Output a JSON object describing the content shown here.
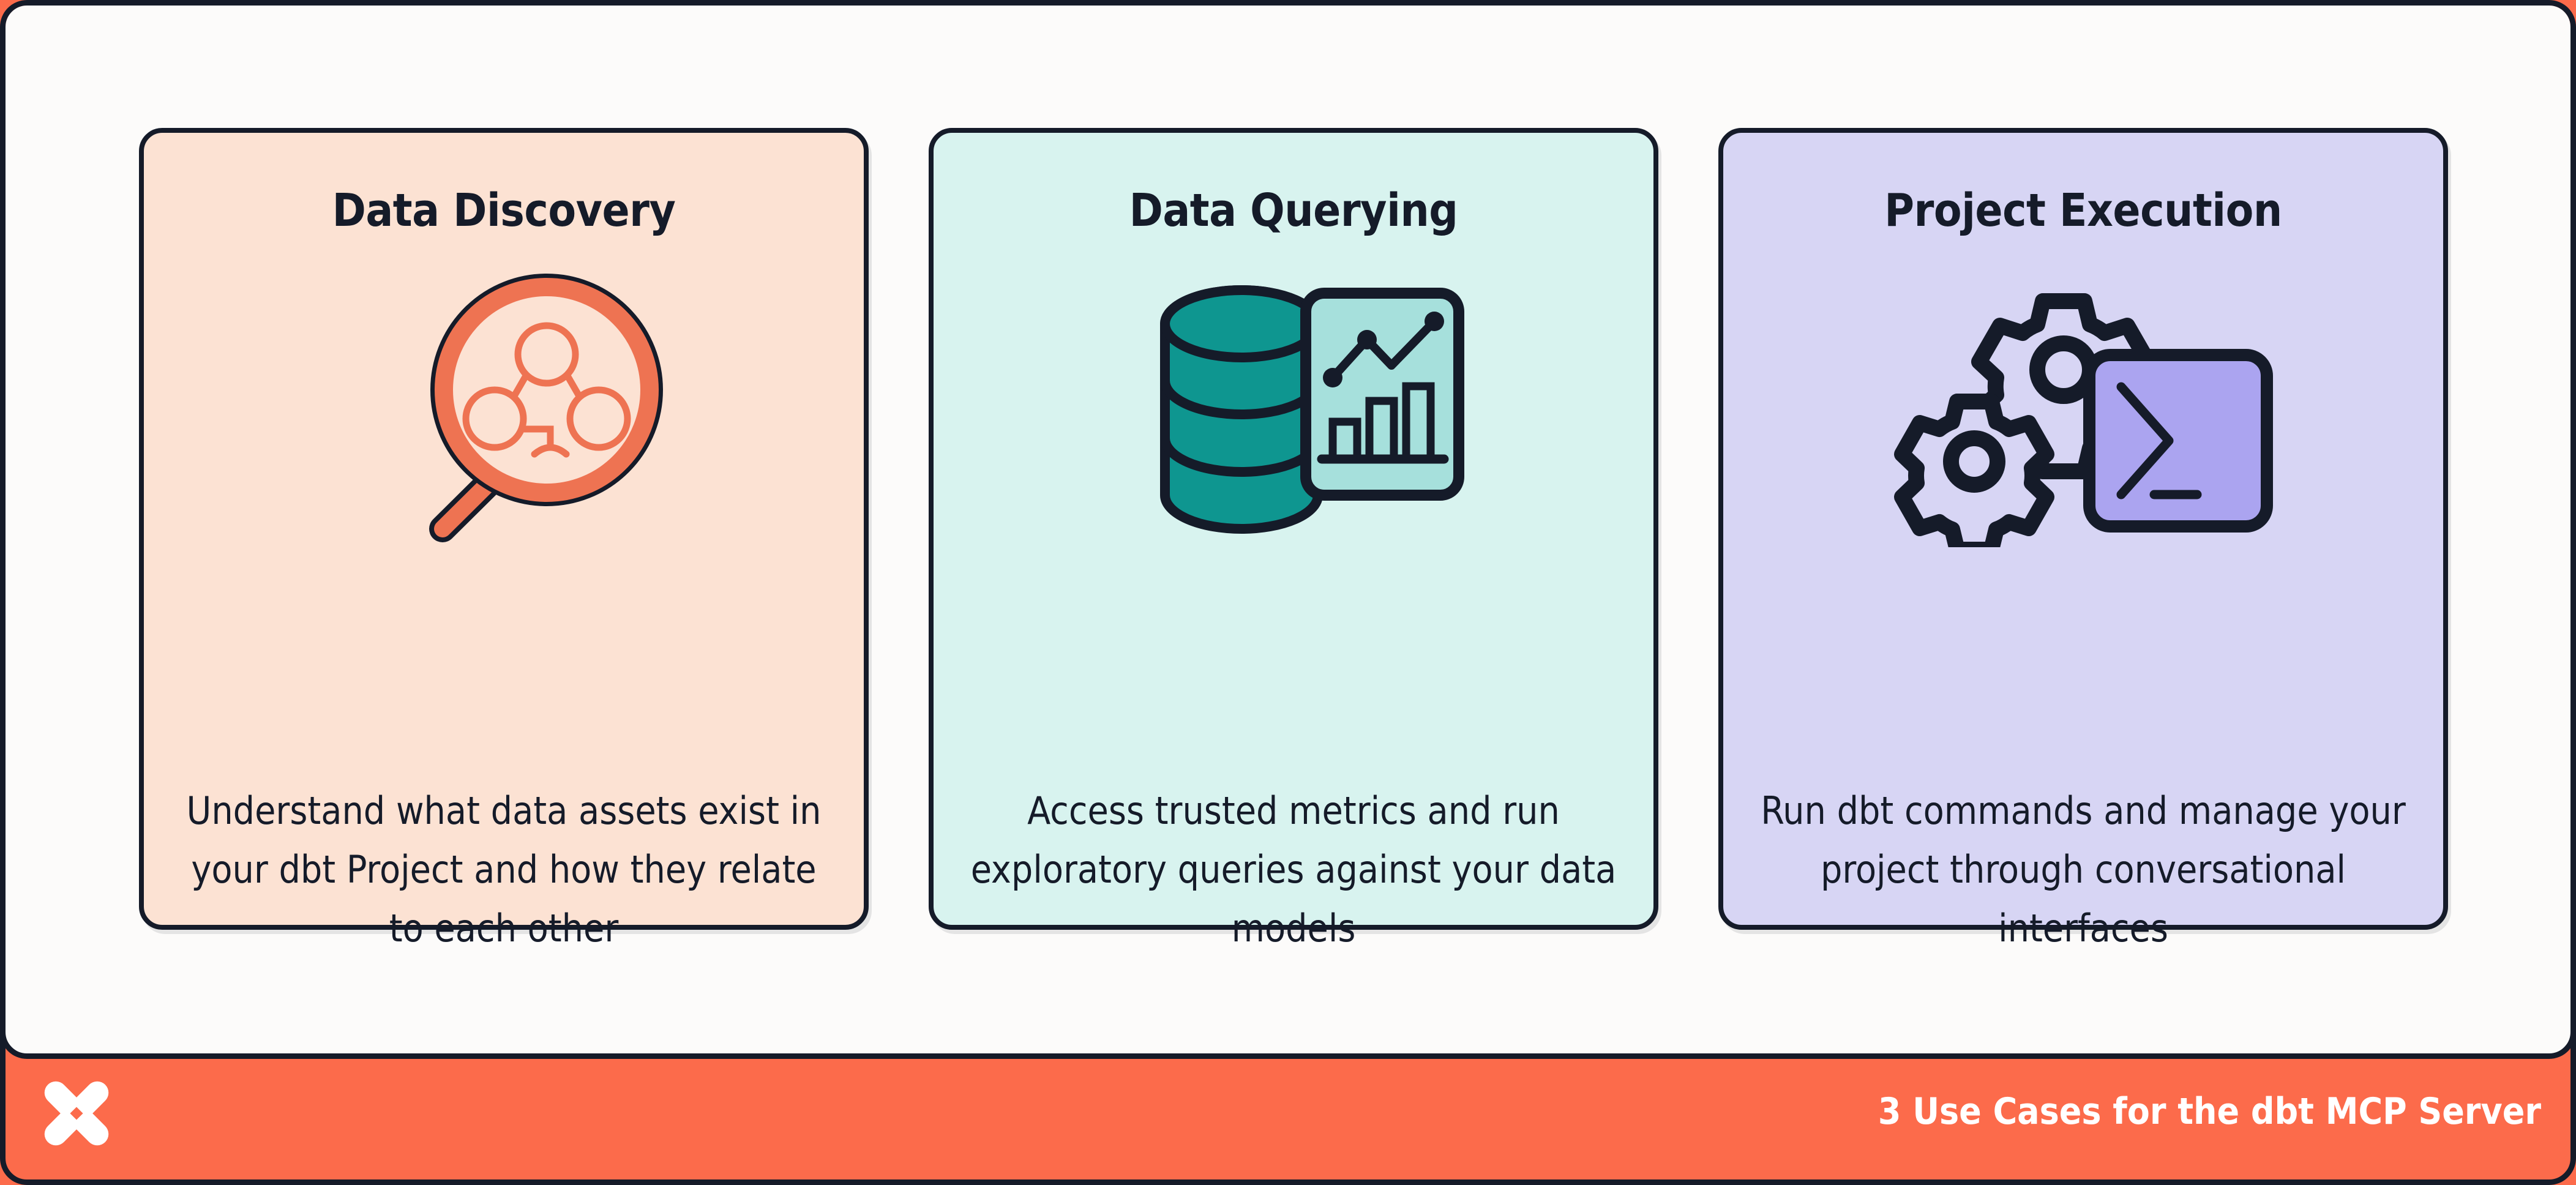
{
  "colors": {
    "brand_orange": "#FC6B4B",
    "ink": "#151B29",
    "panel_bg": "#FCFBFA",
    "card1_bg": "#FCE2D3",
    "card2_bg": "#D8F3EF",
    "card3_bg": "#D7D5F4",
    "teal": "#0E9690",
    "teal_light": "#A6E0DC",
    "periwinkle": "#ABA4F0",
    "orange_accent": "#EE7352"
  },
  "cards": [
    {
      "title": "Data Discovery",
      "body": "Understand what data assets exist in your dbt Project and how they relate to each other",
      "icon": "magnifying-glass-lineage-icon"
    },
    {
      "title": "Data Querying",
      "body": "Access trusted metrics and run exploratory queries against your data models",
      "icon": "database-chart-icon"
    },
    {
      "title": "Project Execution",
      "body": "Run dbt commands and manage your project through conversational interfaces",
      "icon": "gears-terminal-icon"
    }
  ],
  "footer": {
    "logo": "dbt-logo-icon",
    "text": "3 Use Cases for the dbt MCP Server"
  }
}
